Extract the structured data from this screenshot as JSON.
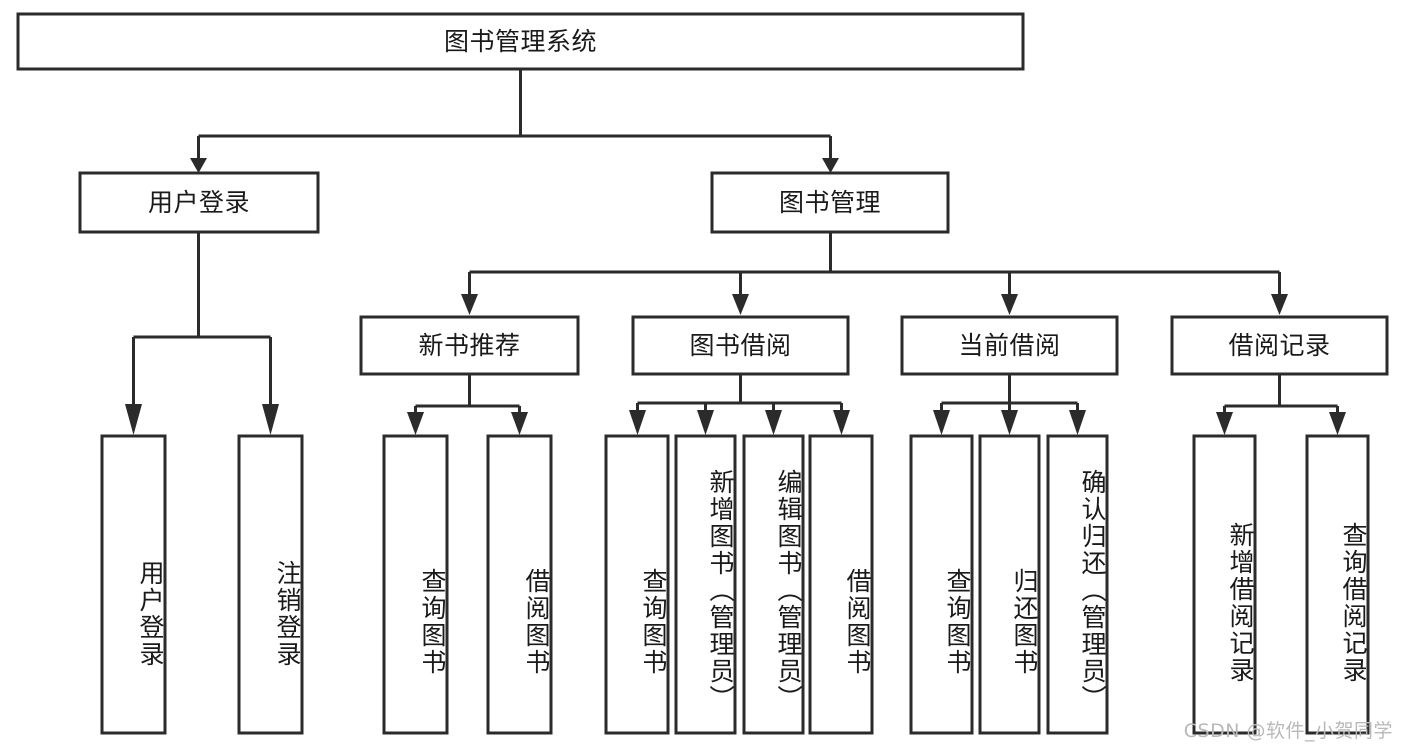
{
  "diagram": {
    "title": "图书管理系统",
    "type": "tree-hierarchy-diagram",
    "colors": {
      "background": "#ffffff",
      "box_fill": "#ffffff",
      "box_stroke": "#2b2b2b",
      "text": "#1a1a1a",
      "watermark": "#b9b9b9"
    },
    "root": {
      "label": "图书管理系统"
    },
    "level2": [
      {
        "label": "用户登录"
      },
      {
        "label": "图书管理"
      }
    ],
    "level3": [
      {
        "label": "新书推荐"
      },
      {
        "label": "图书借阅"
      },
      {
        "label": "当前借阅"
      },
      {
        "label": "借阅记录"
      }
    ],
    "leaves": {
      "user_login": [
        {
          "label": "用户登录"
        },
        {
          "label": "注销登录"
        }
      ],
      "new_book_recommend": [
        {
          "label": "查询图书"
        },
        {
          "label": "借阅图书"
        }
      ],
      "book_borrow": [
        {
          "label": "查询图书"
        },
        {
          "label": "新增图书（管理员）"
        },
        {
          "label": "编辑图书（管理员）"
        },
        {
          "label": "借阅图书"
        }
      ],
      "current_borrow": [
        {
          "label": "查询图书"
        },
        {
          "label": "归还图书"
        },
        {
          "label": "确认归还（管理员）"
        }
      ],
      "borrow_record": [
        {
          "label": "新增借阅记录"
        },
        {
          "label": "查询借阅记录"
        }
      ]
    },
    "watermark": "CSDN @软件_小贺同学"
  }
}
